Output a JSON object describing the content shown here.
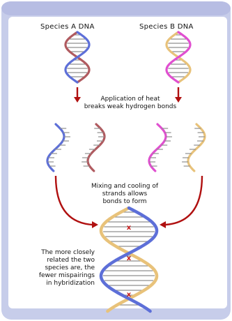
{
  "labels": {
    "species_a": "Species A DNA",
    "species_b": "Species B DNA",
    "step1_line1": "Application of heat",
    "step1_line2": "breaks weak hydrogen bonds",
    "step2_line1": "Mixing and cooling of",
    "step2_line2": "strands allows",
    "step2_line3": "bonds to form",
    "note_line1": "The more closely",
    "note_line2": "related the two",
    "note_line3": "species are, the",
    "note_line4": "fewer mispairings",
    "note_line5": "in hybridization"
  },
  "mismatch_mark": "x",
  "colors": {
    "frame_blue": "#c7cdea",
    "frame_inner": "#ffffff",
    "species_a_strand1": "#5d6fd8",
    "species_a_strand2": "#b05a5f",
    "species_b_strand1": "#e04fd0",
    "species_b_strand2": "#e8c27a",
    "base_pair": "#8f8f8f",
    "arrow": "#b01010",
    "mismatch_x": "#c41616"
  }
}
